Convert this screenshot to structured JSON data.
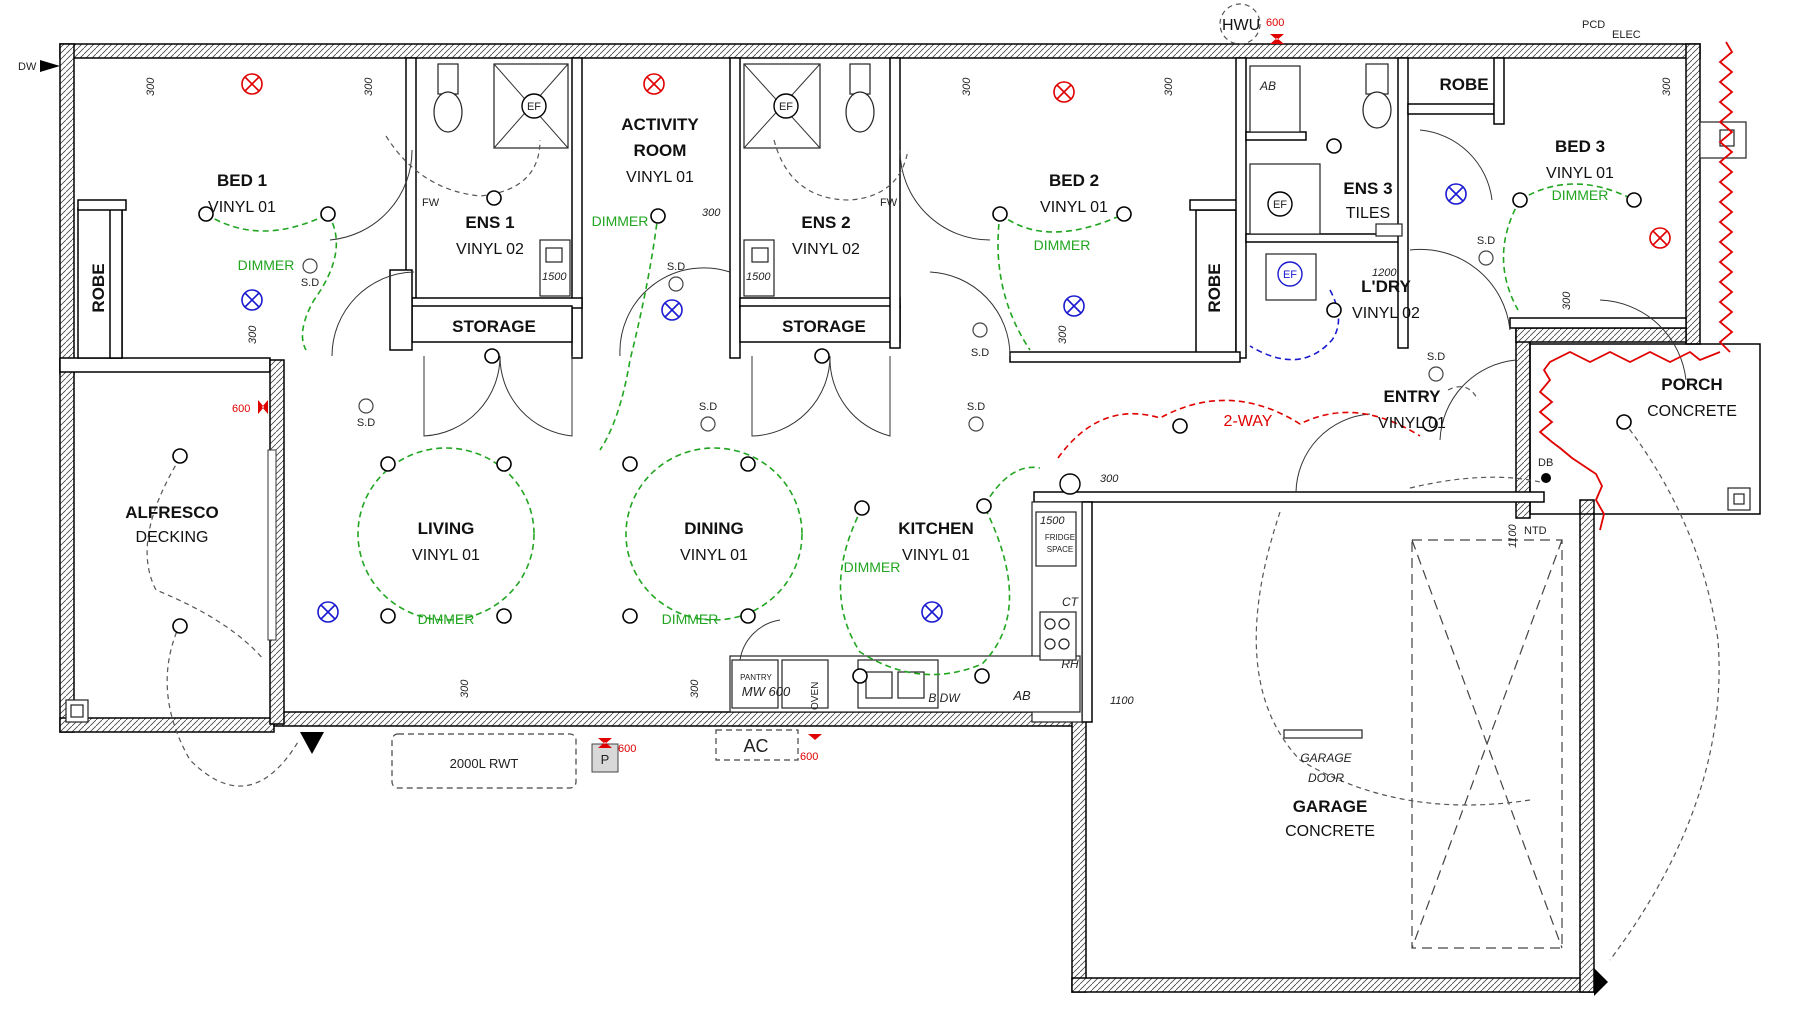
{
  "labels": {
    "dw": "DW",
    "hwu": "HWU",
    "hwu_h": "600",
    "pcd": "PCD",
    "elec": "ELEC",
    "rwt": "2000L RWT",
    "pump": "P",
    "pump_h": "600",
    "ac": "AC",
    "ac_h": "600",
    "alfresco_h": "600",
    "two_way": "2-WAY",
    "db": "DB",
    "ntd": "NTD",
    "garage_door": "GARAGE",
    "garage_door2": "DOOR",
    "fridge": "FRIDGE",
    "fridge2": "SPACE",
    "fridge_w": "1500",
    "pantry": "PANTRY",
    "mw": "MW 600",
    "oven": "OVEN",
    "ab": "AB",
    "ab_ens3": "AB",
    "ct": "CT",
    "rh": "RH",
    "b_dw": "B DW",
    "ef": "EF",
    "fw": "FW",
    "h1100": "1100",
    "h1200": "1200",
    "h1500": "1500",
    "h300": "300",
    "sd": "S.D"
  },
  "rooms": {
    "bed1": {
      "name": "BED 1",
      "finish": "VINYL 01"
    },
    "robe1": {
      "name": "ROBE"
    },
    "ens1": {
      "name": "ENS 1",
      "finish": "VINYL 02"
    },
    "activity": {
      "name": "ACTIVITY",
      "name2": "ROOM",
      "finish": "VINYL 01"
    },
    "ens2": {
      "name": "ENS 2",
      "finish": "VINYL 02"
    },
    "bed2": {
      "name": "BED 2",
      "finish": "VINYL 01"
    },
    "robe2": {
      "name": "ROBE"
    },
    "ens3": {
      "name": "ENS 3",
      "finish": "TILES"
    },
    "robe3": {
      "name": "ROBE"
    },
    "bed3": {
      "name": "BED 3",
      "finish": "VINYL 01"
    },
    "ldry": {
      "name": "L'DRY",
      "finish": "VINYL 02"
    },
    "storage1": {
      "name": "STORAGE"
    },
    "storage2": {
      "name": "STORAGE"
    },
    "entry": {
      "name": "ENTRY",
      "finish": "VINYL 01"
    },
    "porch": {
      "name": "PORCH",
      "finish": "CONCRETE"
    },
    "alfresco": {
      "name": "ALFRESCO",
      "finish": "DECKING"
    },
    "living": {
      "name": "LIVING",
      "finish": "VINYL 01"
    },
    "dining": {
      "name": "DINING",
      "finish": "VINYL 01"
    },
    "kitchen": {
      "name": "KITCHEN",
      "finish": "VINYL 01"
    },
    "garage": {
      "name": "GARAGE",
      "finish": "CONCRETE"
    }
  },
  "dimmer_label": "DIMMER",
  "colors": {
    "dimmer": "#21a521",
    "fan": "#e00000",
    "downlight": "#1a1ad0",
    "twoway": "#e00000"
  }
}
